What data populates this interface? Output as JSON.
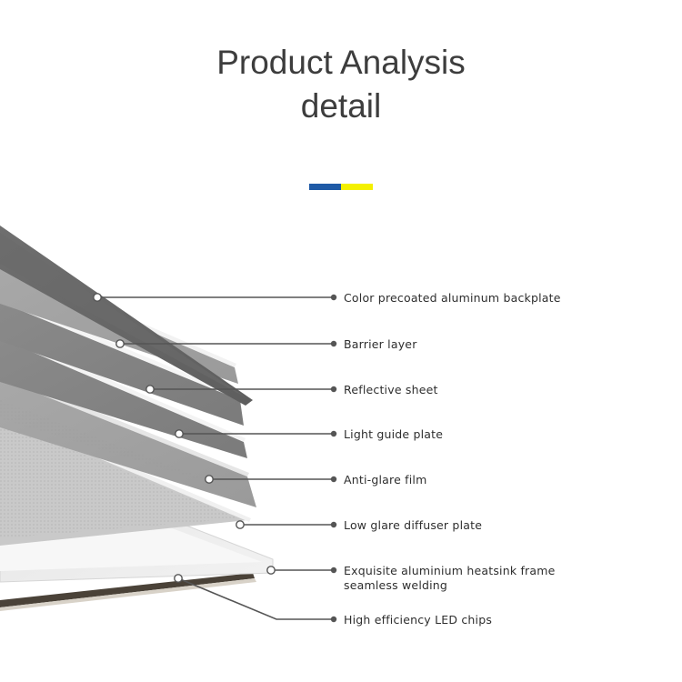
{
  "title": {
    "line1": "Product Analysis",
    "line2": "detail"
  },
  "accent": {
    "blue": "#1f5aa6",
    "yellow": "#f4f000"
  },
  "layers": [
    {
      "label": "Color precoated aluminum backplate"
    },
    {
      "label": "Barrier layer"
    },
    {
      "label": "Reflective sheet"
    },
    {
      "label": "Light guide plate"
    },
    {
      "label": "Anti-glare film"
    },
    {
      "label": "Low glare diffuser plate"
    },
    {
      "label": "Exquisite aluminium heatsink frame",
      "label2": "seamless welding"
    },
    {
      "label": "High efficiency LED chips"
    }
  ]
}
